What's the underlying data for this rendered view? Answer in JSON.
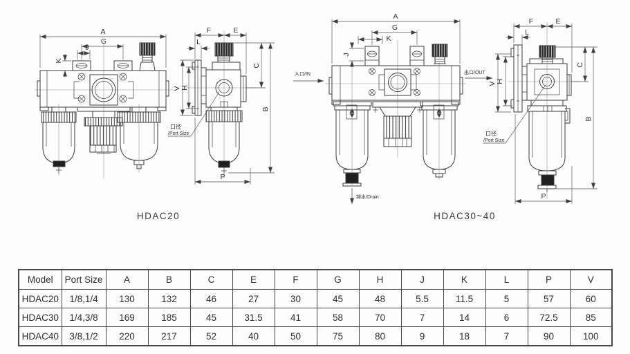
{
  "diagram": {
    "captions": {
      "left": "HDAC20",
      "right": "HDAC30~40"
    },
    "dims": {
      "A": "A",
      "B": "B",
      "C": "C",
      "E": "E",
      "F": "F",
      "G": "G",
      "H": "H",
      "J": "J",
      "K": "K",
      "L": "L",
      "P": "P",
      "V": "V"
    },
    "annotations": {
      "port_size_cn": "口径",
      "port_size_en": "/Port Size",
      "inlet": "入口/IN",
      "outlet": "出口/OUT",
      "drain": "排水/Drain"
    }
  },
  "table": {
    "headers": [
      "Model",
      "Port Size",
      "A",
      "B",
      "C",
      "E",
      "F",
      "G",
      "H",
      "J",
      "K",
      "L",
      "P",
      "V"
    ],
    "rows": [
      [
        "HDAC20",
        "1/8,1/4",
        "130",
        "132",
        "46",
        "27",
        "30",
        "45",
        "48",
        "5.5",
        "11.5",
        "5",
        "57",
        "60"
      ],
      [
        "HDAC30",
        "1/4,3/8",
        "169",
        "185",
        "45",
        "31.5",
        "41",
        "58",
        "70",
        "7",
        "14",
        "6",
        "72.5",
        "85"
      ],
      [
        "HDAC40",
        "3/8,1/2",
        "220",
        "217",
        "52",
        "40",
        "50",
        "75",
        "80",
        "9",
        "18",
        "7",
        "90",
        "100"
      ]
    ]
  }
}
